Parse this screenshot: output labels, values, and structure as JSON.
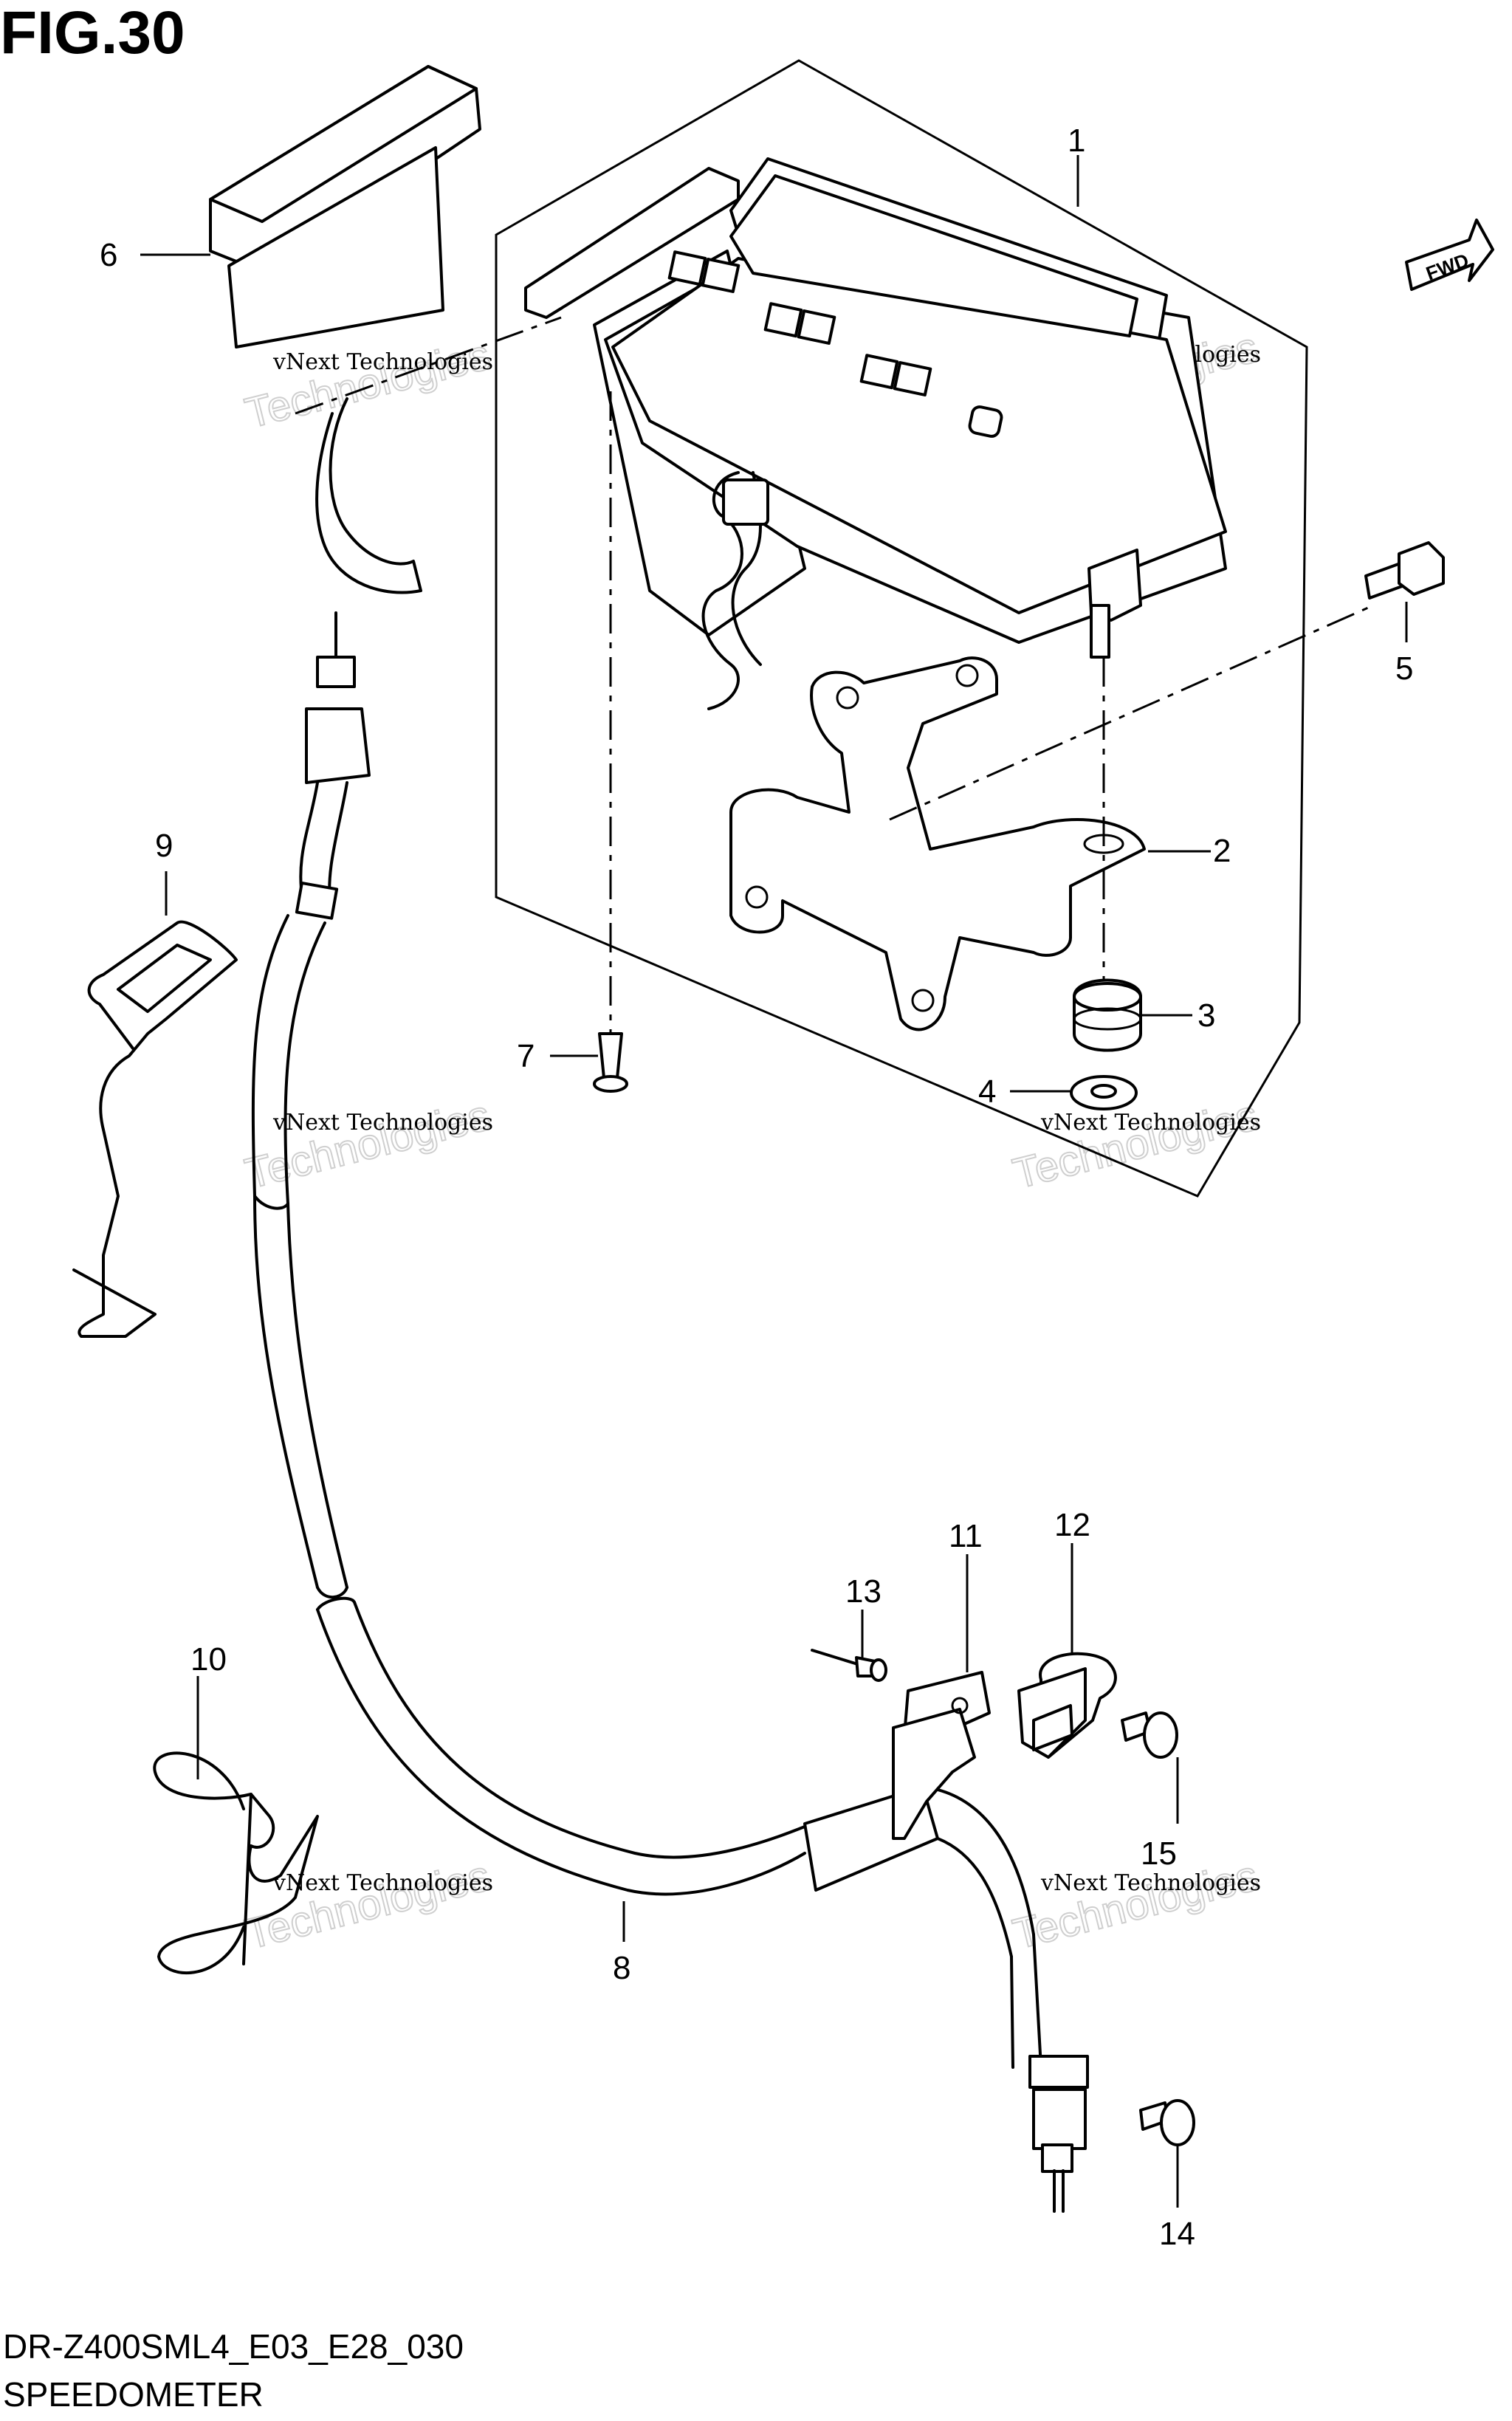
{
  "figure": {
    "title": "FIG.30",
    "code": "DR-Z400SML4_E03_E28_030",
    "name": "SPEEDOMETER"
  },
  "direction_badge": "FWD",
  "watermark": {
    "line1": "vNext Technologies",
    "line2": "Technologies"
  },
  "callouts": [
    "1",
    "2",
    "3",
    "4",
    "5",
    "6",
    "7",
    "8",
    "9",
    "10",
    "11",
    "12",
    "13",
    "14",
    "15"
  ]
}
